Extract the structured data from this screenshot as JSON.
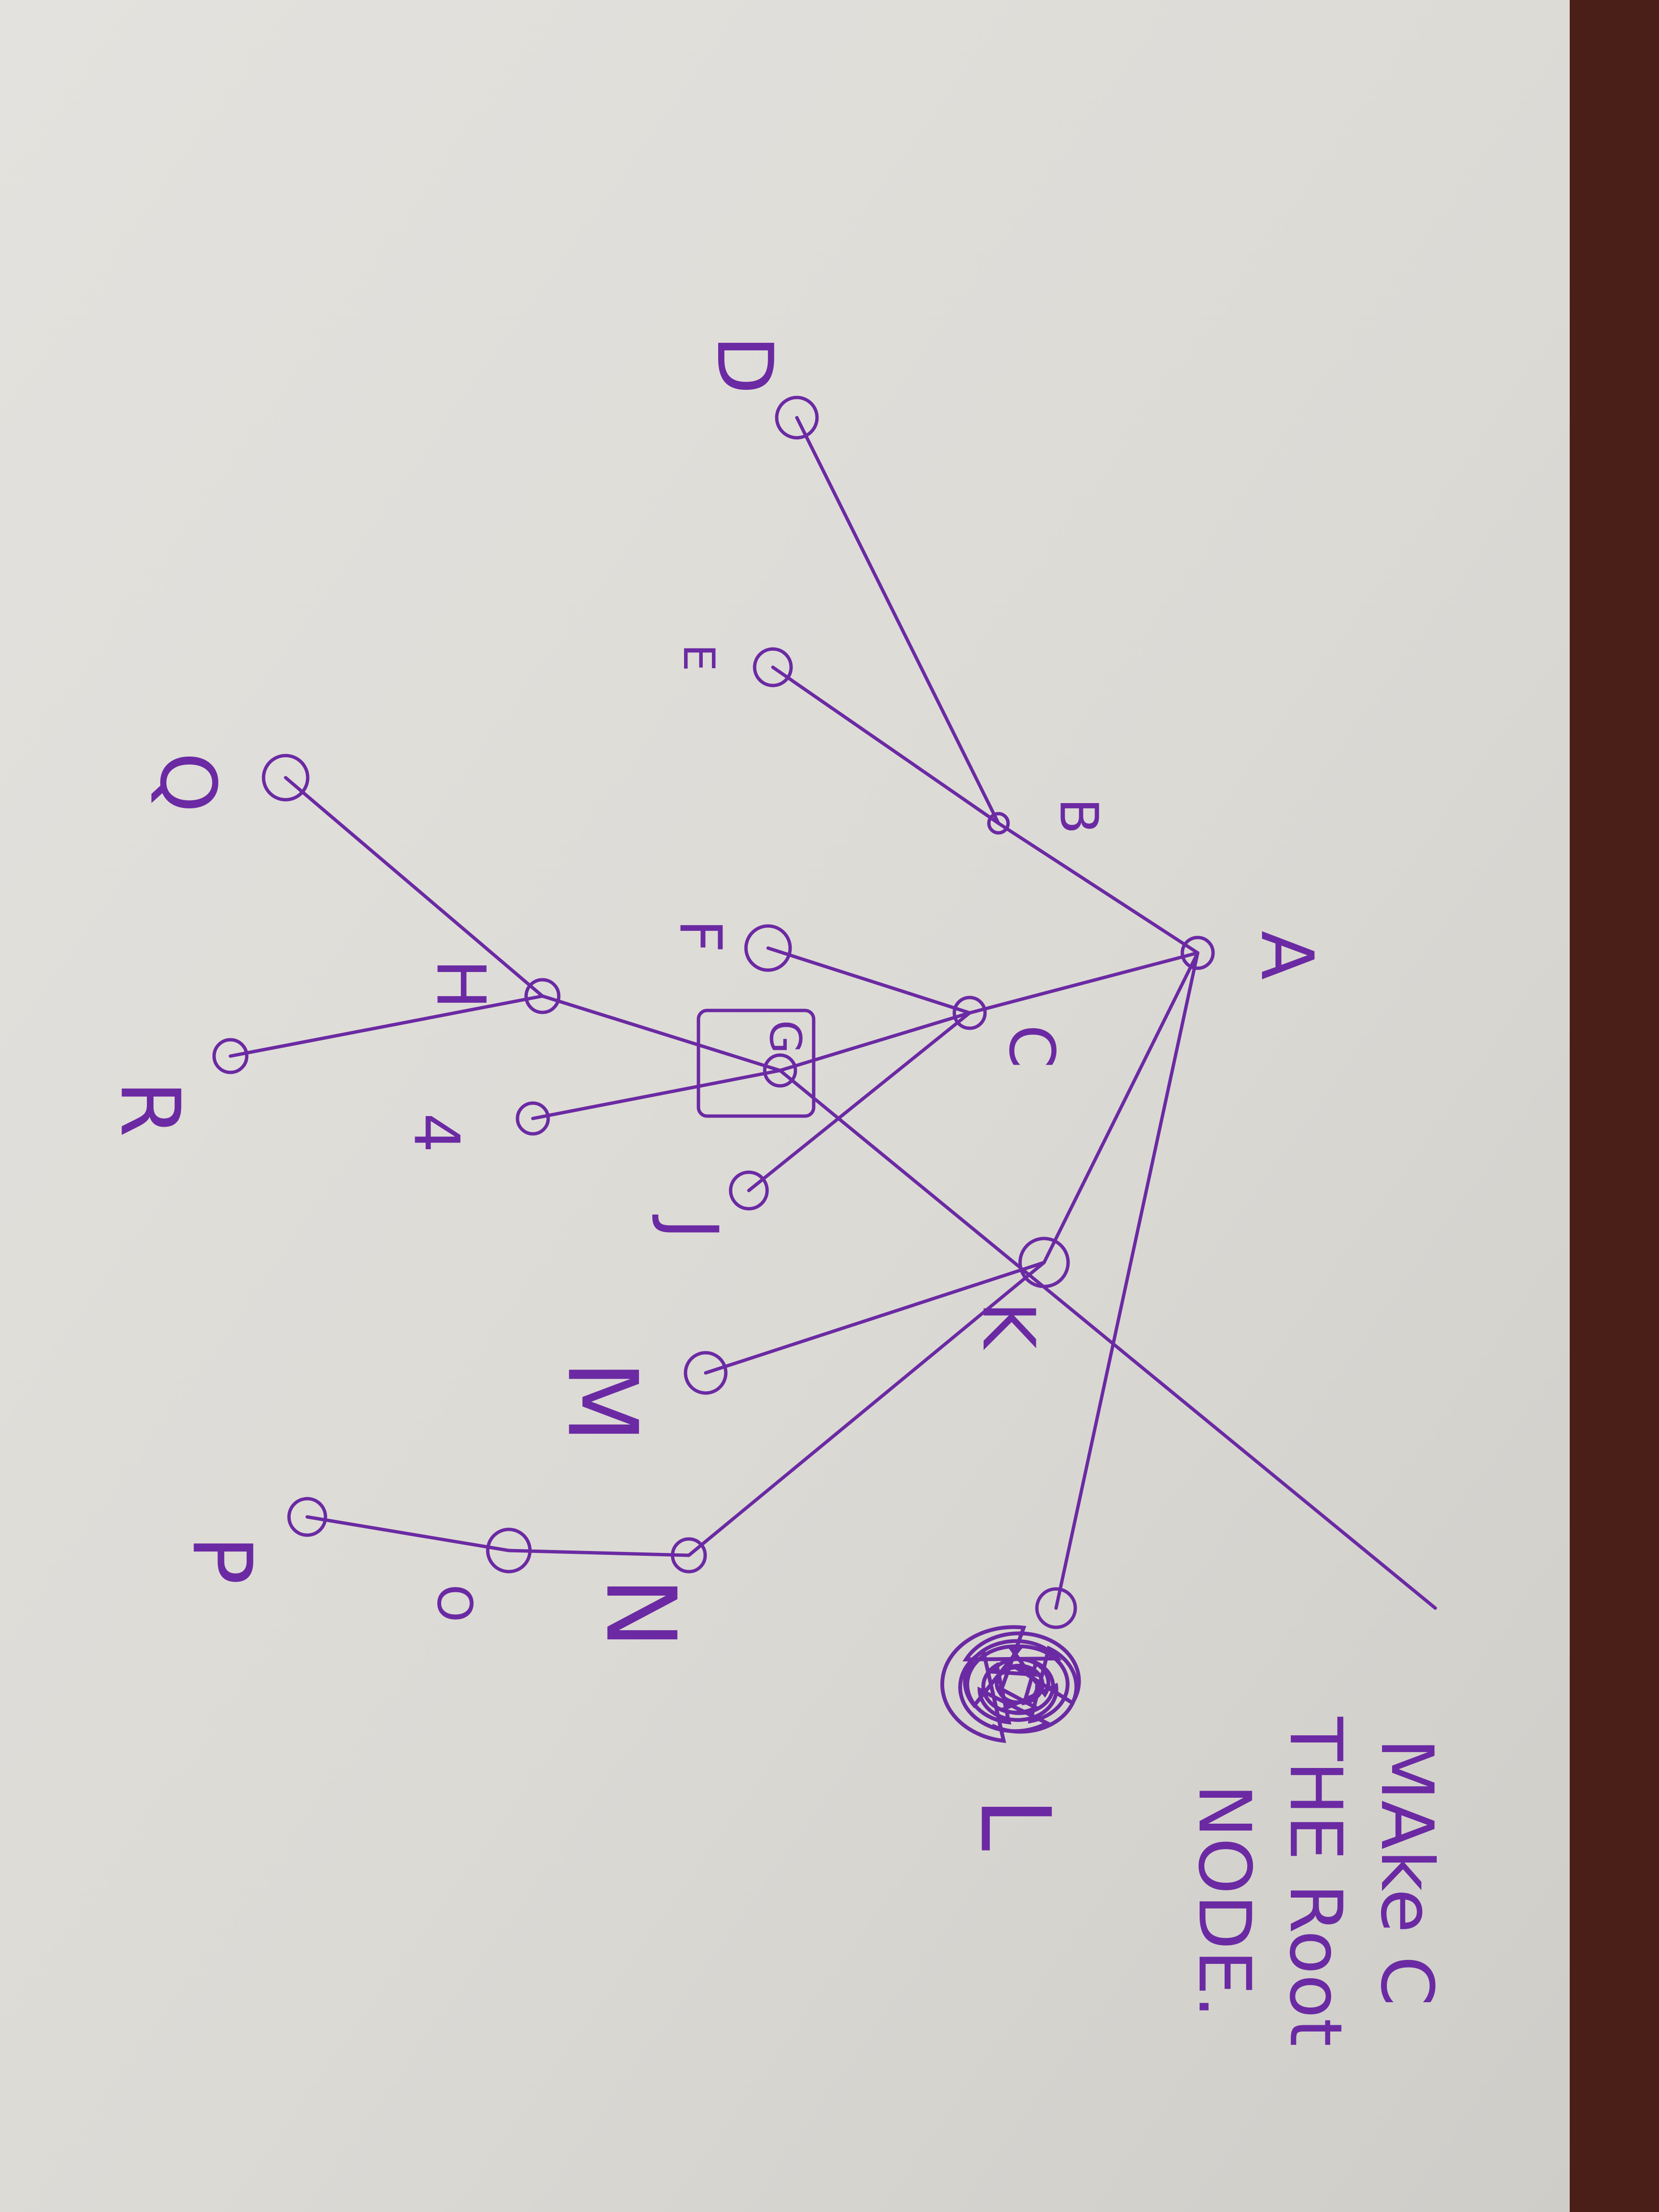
{
  "colors": {
    "ink": "#6b2aa3",
    "paper_light": "#e7e6e3",
    "paper_shadow": "#c9c7c2",
    "desk": "#4a1f17"
  },
  "diagram": {
    "nodes": [
      {
        "id": "A",
        "label": "A"
      },
      {
        "id": "B",
        "label": "B"
      },
      {
        "id": "C",
        "label": "C"
      },
      {
        "id": "D",
        "label": "D"
      },
      {
        "id": "E",
        "label": "E"
      },
      {
        "id": "F",
        "label": "F"
      },
      {
        "id": "G",
        "label": "G"
      },
      {
        "id": "H",
        "label": "H"
      },
      {
        "id": "I",
        "label": "4"
      },
      {
        "id": "J",
        "label": "J"
      },
      {
        "id": "K",
        "label": "K"
      },
      {
        "id": "M",
        "label": "M"
      },
      {
        "id": "N",
        "label": "N"
      },
      {
        "id": "O",
        "label": "O"
      },
      {
        "id": "P",
        "label": "P"
      },
      {
        "id": "Q",
        "label": "Q"
      },
      {
        "id": "R",
        "label": "R"
      },
      {
        "id": "L",
        "label": "L"
      }
    ],
    "edges": [
      [
        "A",
        "B"
      ],
      [
        "B",
        "D"
      ],
      [
        "B",
        "E"
      ],
      [
        "A",
        "C"
      ],
      [
        "C",
        "F"
      ],
      [
        "C",
        "G"
      ],
      [
        "C",
        "J"
      ],
      [
        "G",
        "H"
      ],
      [
        "G",
        "I"
      ],
      [
        "H",
        "Q"
      ],
      [
        "H",
        "R"
      ],
      [
        "A",
        "K"
      ],
      [
        "K",
        "M"
      ],
      [
        "K",
        "N"
      ],
      [
        "N",
        "O"
      ],
      [
        "O",
        "P"
      ],
      [
        "A",
        "L"
      ]
    ],
    "note": [
      "MAke C",
      "THE Root",
      "NODE."
    ]
  }
}
